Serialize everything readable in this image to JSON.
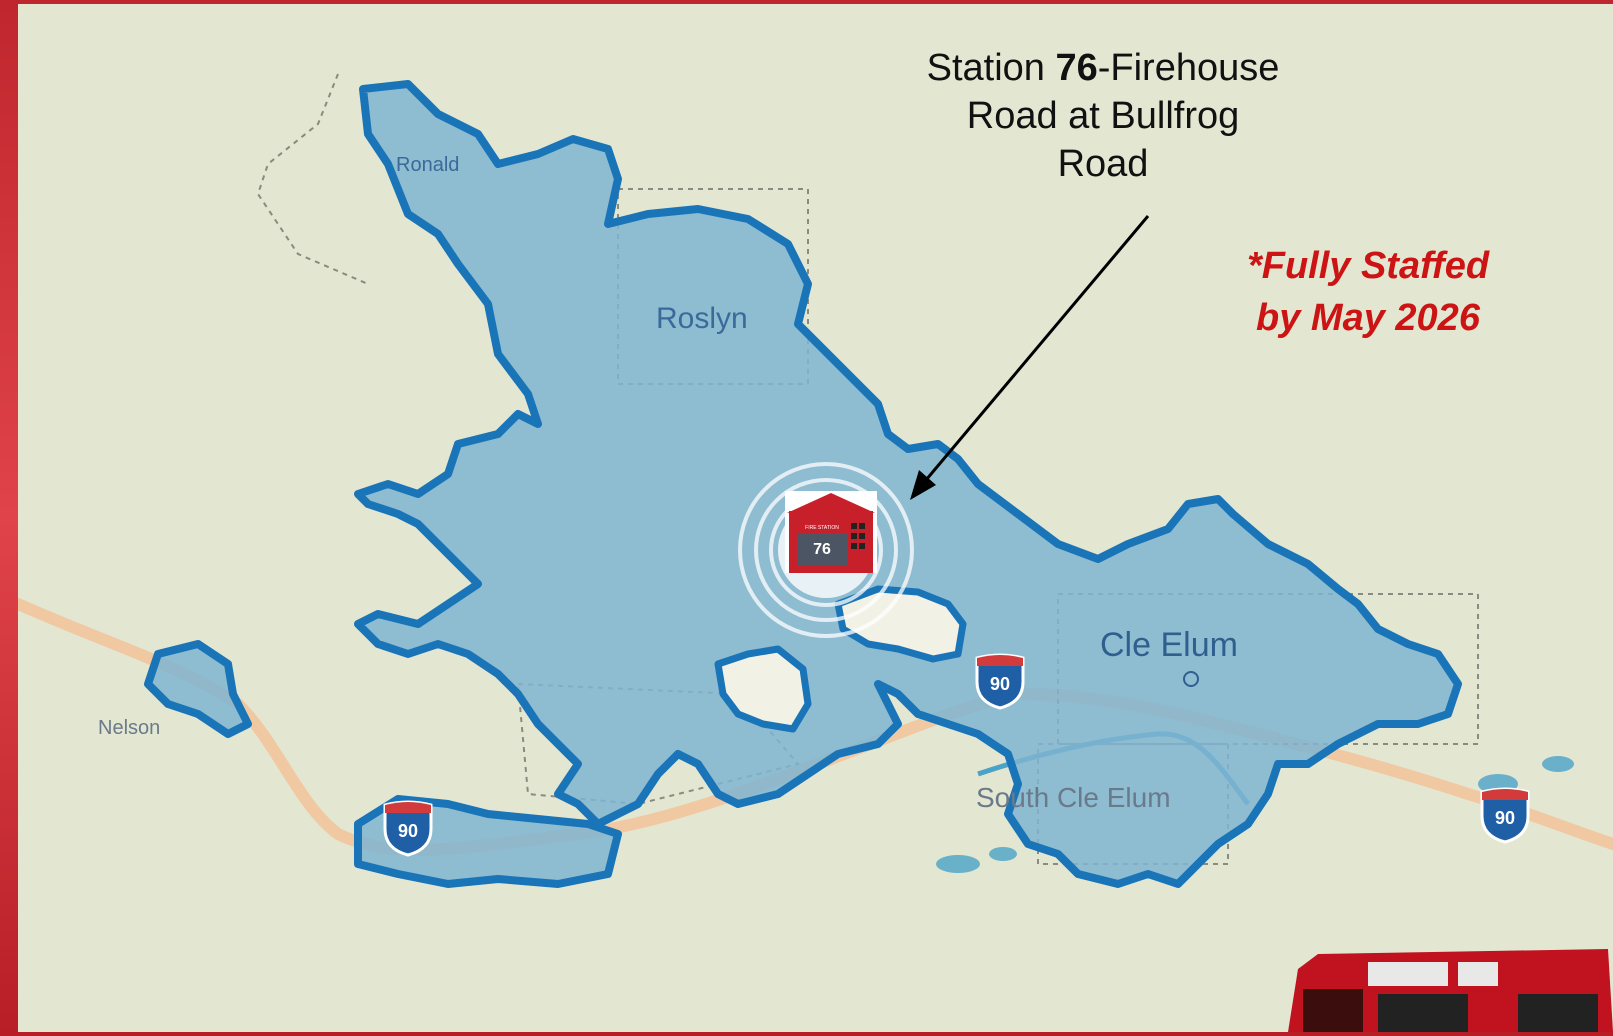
{
  "callout": {
    "prefix": "Station ",
    "number": "76",
    "line1_suffix": "-Firehouse",
    "line2": "Road at Bullfrog",
    "line3": "Road"
  },
  "note": {
    "line1": "*Fully Staffed",
    "line2": "by May 2026"
  },
  "places": {
    "ronald": "Ronald",
    "roslyn": "Roslyn",
    "cle_elum": "Cle Elum",
    "south_cle_elum": "South Cle Elum",
    "nelson": "Nelson"
  },
  "station_icon": {
    "badge_text": "FIRE STATION",
    "number": "76",
    "icon": "fire-station-icon"
  },
  "highway": {
    "label": "90",
    "icon": "interstate-shield-icon"
  },
  "colors": {
    "frame": "#c0262d",
    "coverage_fill": "#7fb4d1",
    "coverage_stroke": "#1a74b8",
    "note_red": "#cc1414",
    "map_base": "#e9ead6"
  }
}
